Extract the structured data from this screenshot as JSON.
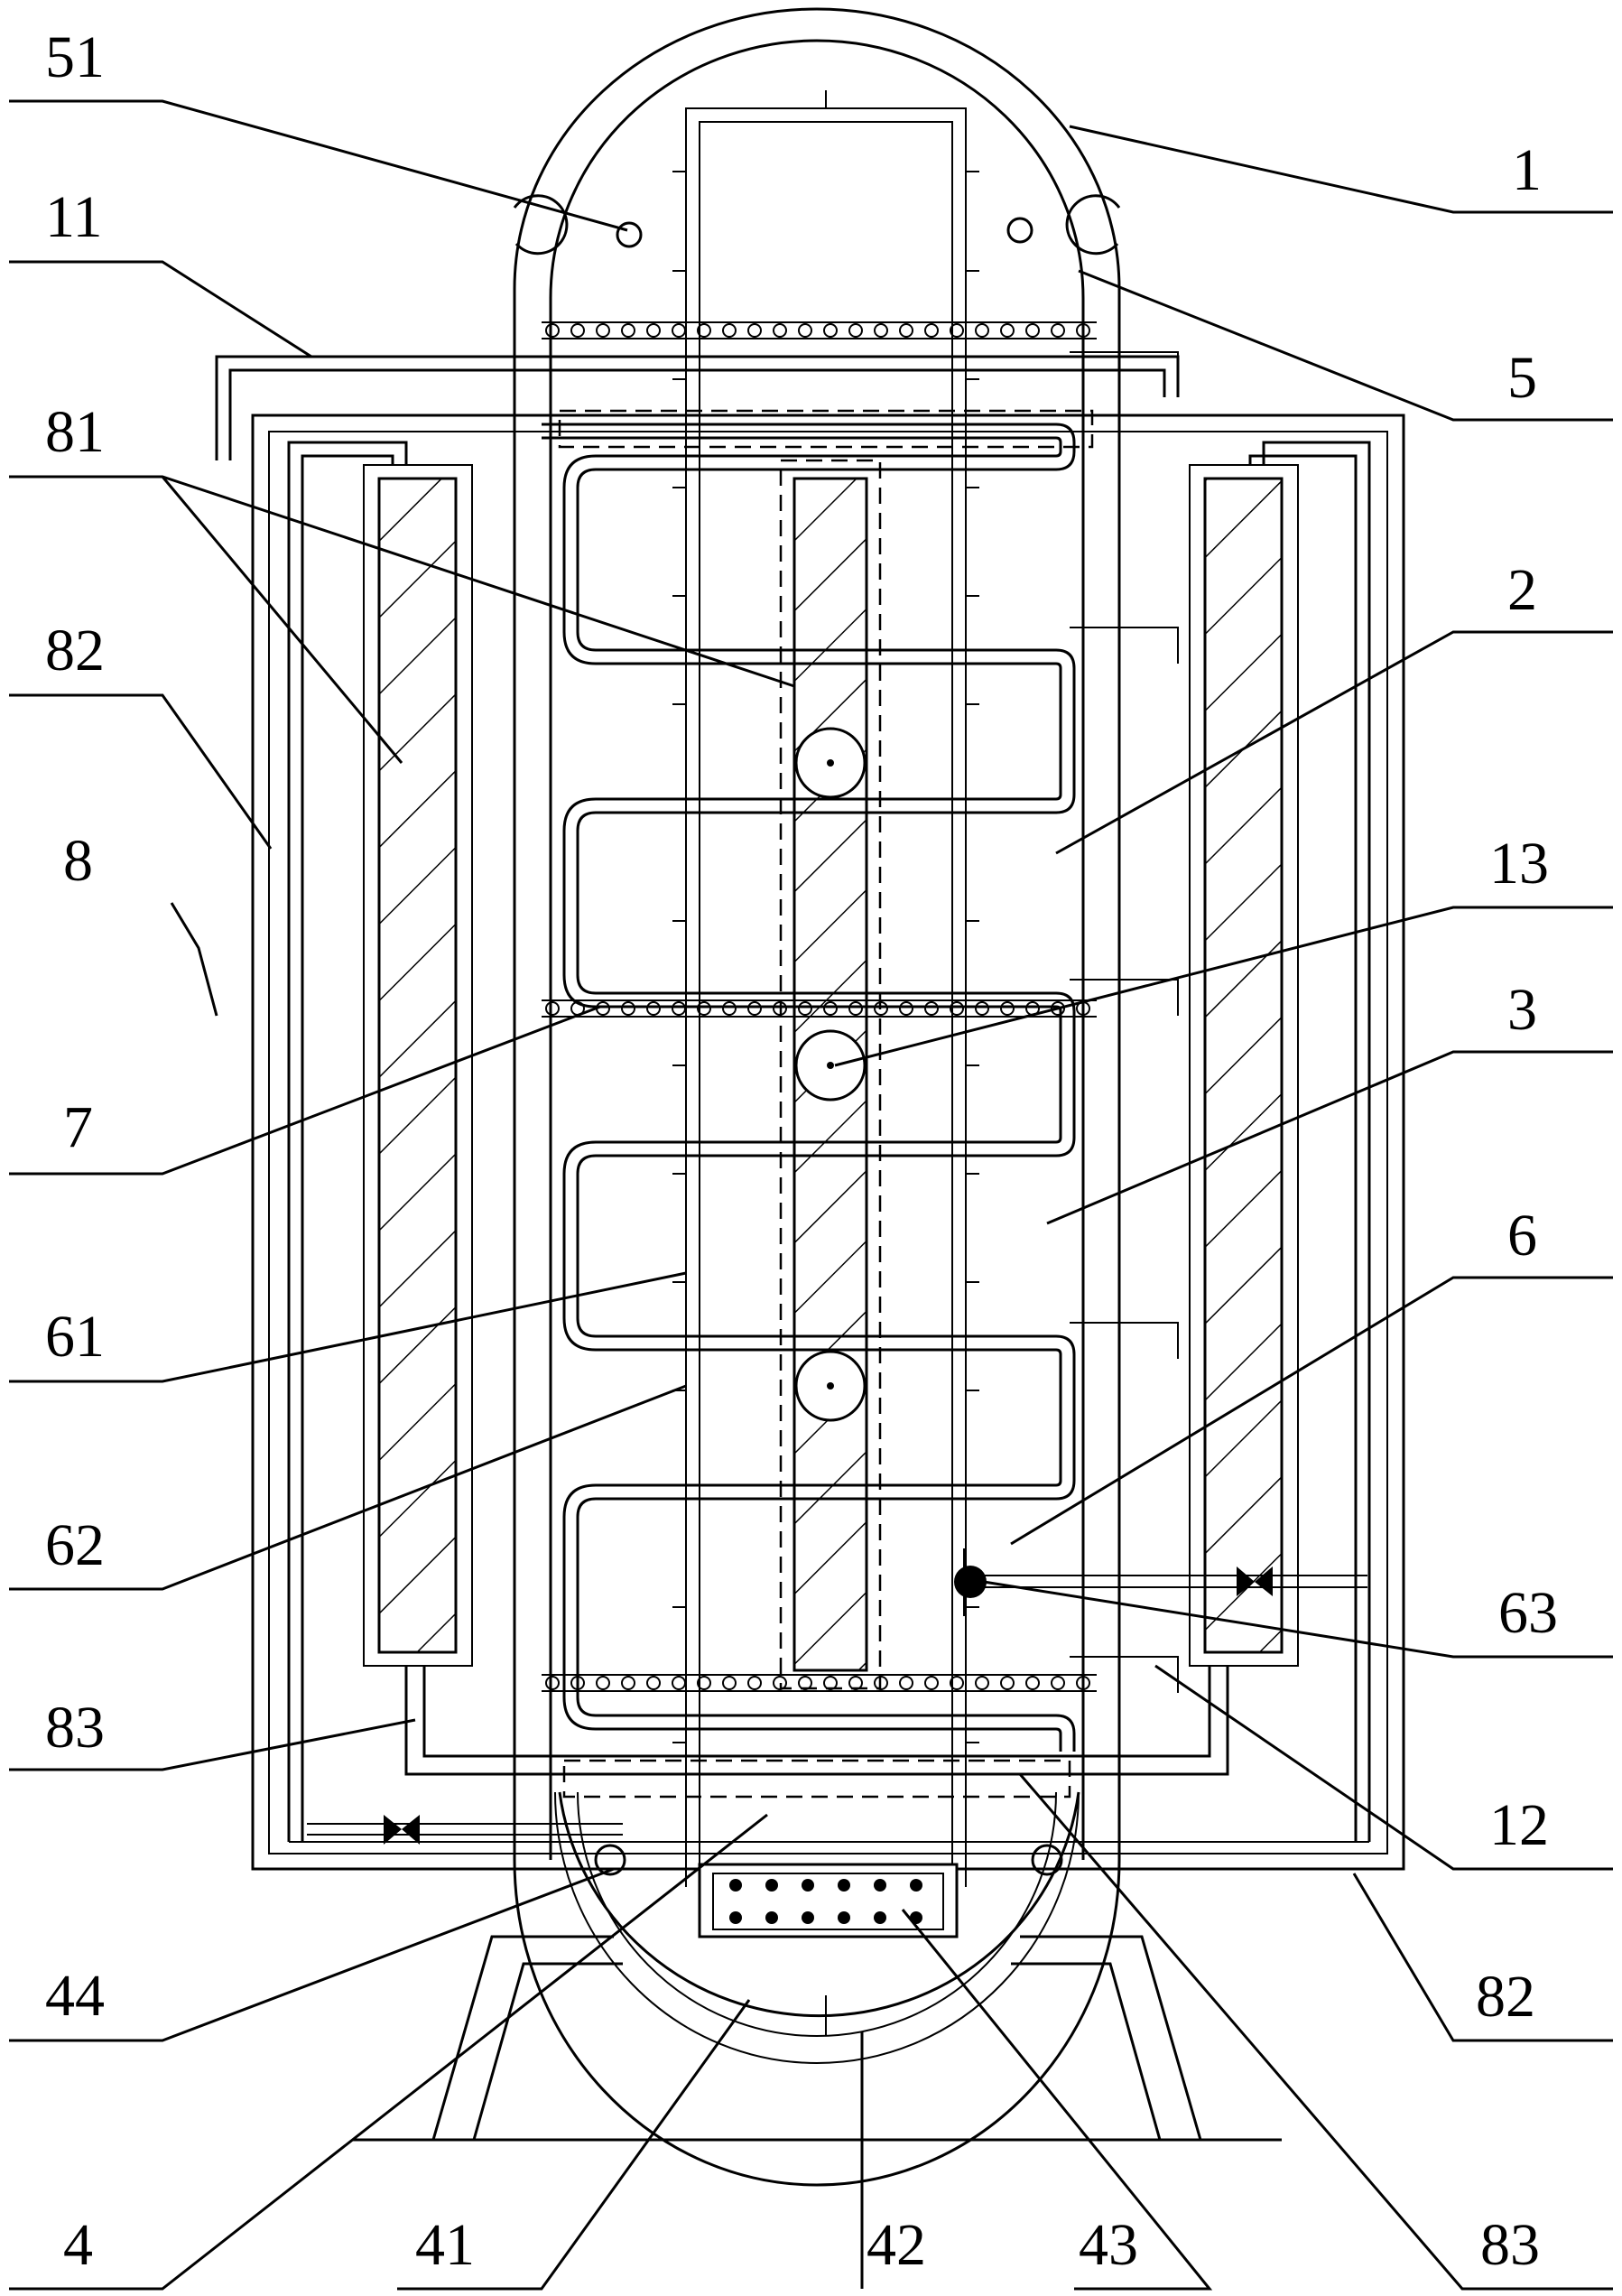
{
  "labels": {
    "l51": "51",
    "l1": "1",
    "l11": "11",
    "l5": "5",
    "l81": "81",
    "l2": "2",
    "l82a": "82",
    "l8": "8",
    "l13": "13",
    "l3": "3",
    "l7": "7",
    "l6": "6",
    "l61": "61",
    "l62": "62",
    "l63": "63",
    "l83a": "83",
    "l12": "12",
    "l44": "44",
    "l82b": "82",
    "l4": "4",
    "l41": "41",
    "l42": "42",
    "l43": "43",
    "l83b": "83"
  }
}
